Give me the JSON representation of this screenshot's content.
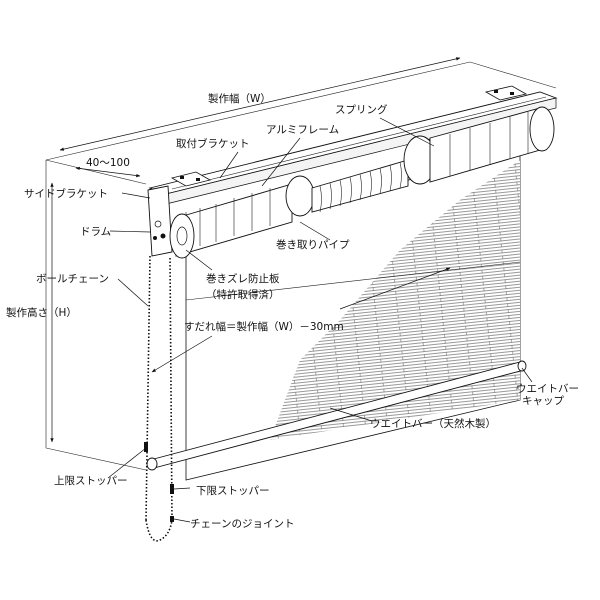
{
  "labels": {
    "width": "製作幅（W）",
    "spring": "スプリング",
    "bracket": "取付ブラケット",
    "aluminum_frame": "アルミフレーム",
    "offset": "40～100",
    "side_bracket": "サイドブラケット",
    "drum": "ドラム",
    "ball_chain": "ボールチェーン",
    "height": "製作高さ（H）",
    "take_up_pipe": "巻き取りパイプ",
    "anti_slip_line1": "巻きズレ防止板",
    "anti_slip_line2": "（特許取得済）",
    "blind_width": "すだれ幅＝製作幅（W）－30mm",
    "weight_bar_cap_line1": "ウエイトバー",
    "weight_bar_cap_line2": "キャップ",
    "weight_bar": "ウエイトバー（天然木製）",
    "upper_stopper": "上限ストッパー",
    "lower_stopper": "下限ストッパー",
    "chain_joint": "チェーンのジョイント"
  }
}
